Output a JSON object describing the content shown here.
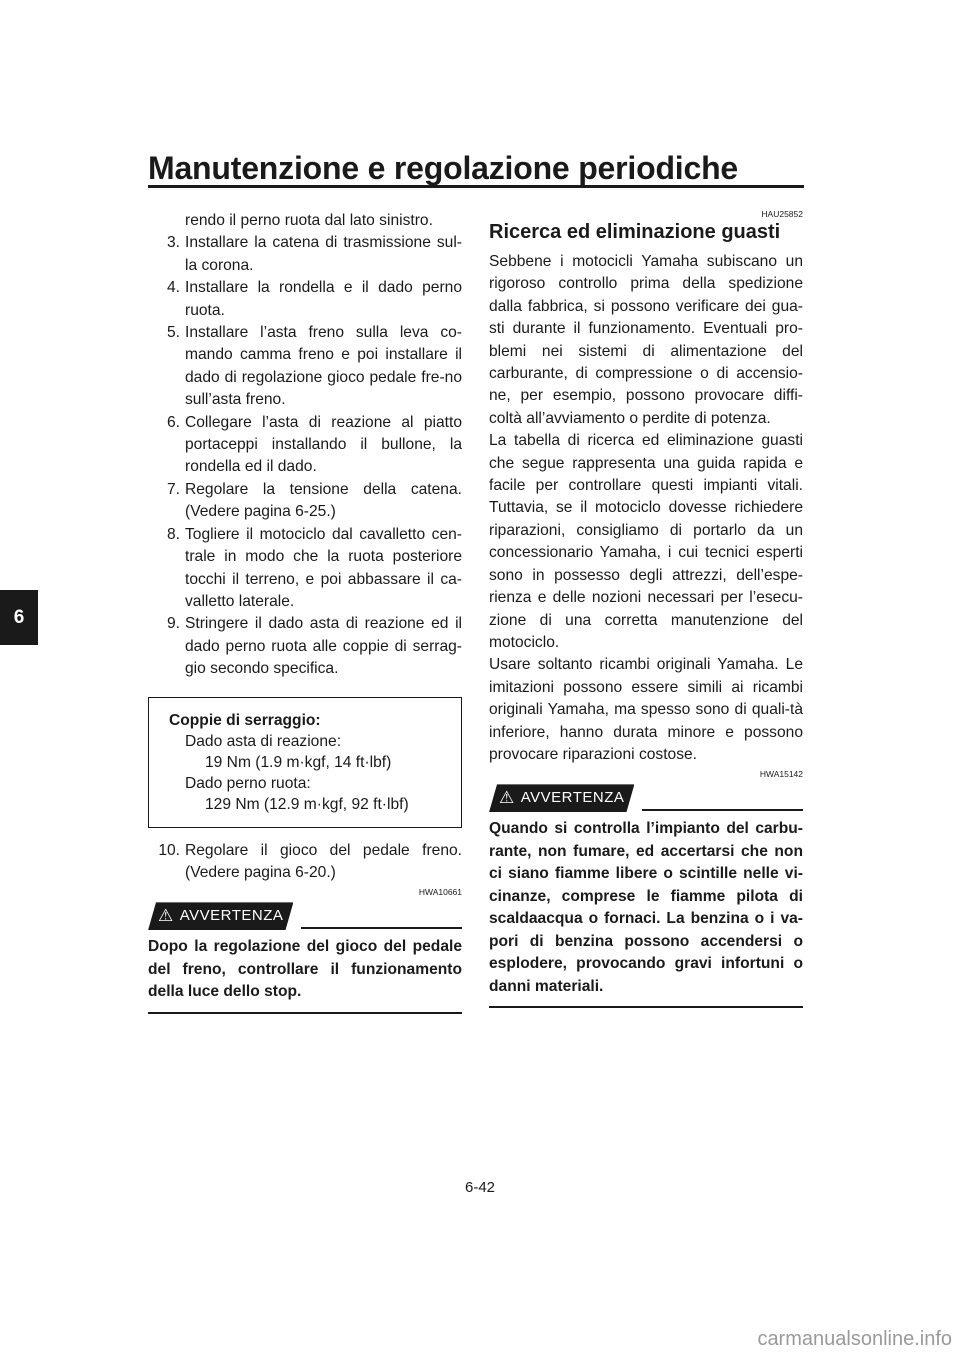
{
  "header": {
    "title": "Manutenzione e regolazione periodiche"
  },
  "chapter_tab": "6",
  "left": {
    "steps": [
      {
        "num": "",
        "text": "rendo il perno ruota dal lato sinistro."
      },
      {
        "num": "3.",
        "text": "Installare la catena di trasmissione sul-la corona."
      },
      {
        "num": "4.",
        "text": "Installare la rondella e il dado perno ruota."
      },
      {
        "num": "5.",
        "text": "Installare l’asta freno sulla leva co-mando camma freno e poi installare il dado di regolazione gioco pedale fre-no sull’asta freno."
      },
      {
        "num": "6.",
        "text": "Collegare l’asta di reazione al piatto portaceppi installando il bullone, la rondella ed il dado."
      },
      {
        "num": "7.",
        "text": "Regolare la tensione della catena. (Vedere pagina 6-25.)"
      },
      {
        "num": "8.",
        "text": "Togliere il motociclo dal cavalletto cen-trale in modo che la ruota posteriore tocchi il terreno, e poi abbassare il ca-valletto laterale."
      },
      {
        "num": "9.",
        "text": "Stringere il dado asta di reazione ed il dado perno ruota alle coppie di serrag-gio secondo specifica."
      }
    ],
    "spec": {
      "title": "Coppie di serraggio:",
      "item1_label": "Dado asta di reazione:",
      "item1_value": "19 Nm (1.9 m·kgf, 14 ft·lbf)",
      "item2_label": "Dado perno ruota:",
      "item2_value": "129 Nm (12.9 m·kgf, 92 ft·lbf)"
    },
    "step10": {
      "num": "10.",
      "text": "Regolare il gioco del pedale freno. (Vedere pagina 6-20.)"
    },
    "warning": {
      "code": "HWA10661",
      "label": "AVVERTENZA",
      "text": "Dopo la regolazione del gioco del pedale del freno, controllare il funzionamento della luce dello stop."
    }
  },
  "right": {
    "section_code": "HAU25852",
    "section_title": "Ricerca ed eliminazione guasti",
    "para1": "Sebbene i motocicli Yamaha subiscano un rigoroso controllo prima della spedizione dalla fabbrica, si possono verificare dei gua-sti durante il funzionamento. Eventuali pro-blemi nei sistemi di alimentazione del carburante, di compressione o di accensio-ne, per esempio, possono provocare diffi-coltà all’avviamento o perdite di potenza.",
    "para2": "La tabella di ricerca ed eliminazione guasti che segue rappresenta una guida rapida e facile per controllare questi impianti vitali. Tuttavia, se il motociclo dovesse richiedere riparazioni, consigliamo di portarlo da un concessionario Yamaha, i cui tecnici esperti sono in possesso degli attrezzi, dell’espe-rienza e delle nozioni necessari per l’esecu-zione di una corretta manutenzione del motociclo.",
    "para3": "Usare soltanto ricambi originali Yamaha. Le imitazioni possono essere simili ai ricambi originali Yamaha, ma spesso sono di quali-tà inferiore, hanno durata minore e possono provocare riparazioni costose.",
    "warning": {
      "code": "HWA15142",
      "label": "AVVERTENZA",
      "text": "Quando si controlla l’impianto del carbu-rante, non fumare, ed accertarsi che non ci siano fiamme libere o scintille nelle vi-cinanze, comprese le fiamme pilota di scaldaacqua o fornaci. La benzina o i va-pori di benzina possono accendersi o esplodere, provocando gravi infortuni o danni materiali."
    }
  },
  "page_number": "6-42",
  "watermark": "carmanualsonline.info",
  "icons": {
    "warning": "warning-triangle-icon"
  }
}
